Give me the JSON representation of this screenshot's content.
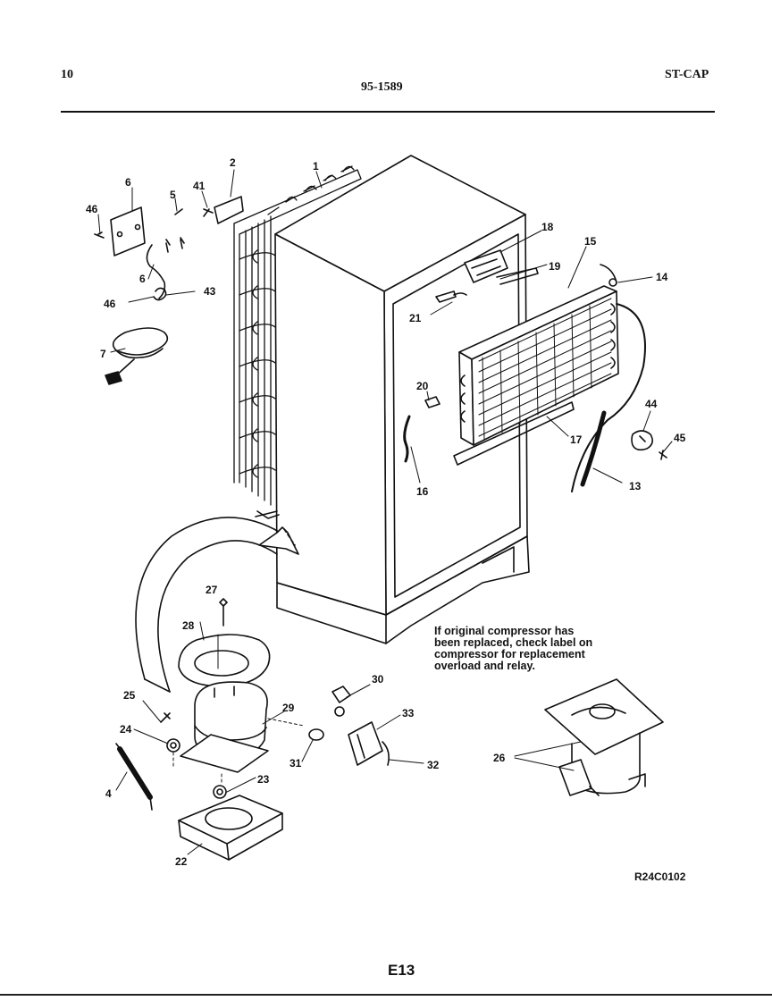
{
  "header": {
    "left": "10",
    "center": "95-1589",
    "right": "ST-CAP"
  },
  "labels": {
    "p1": "1",
    "p2": "2",
    "p4": "4",
    "p5": "5",
    "p6a": "6",
    "p6b": "6",
    "p7": "7",
    "p13": "13",
    "p14": "14",
    "p15": "15",
    "p16": "16",
    "p17": "17",
    "p18": "18",
    "p19": "19",
    "p20": "20",
    "p21": "21",
    "p22": "22",
    "p23": "23",
    "p24": "24",
    "p25": "25",
    "p26": "26",
    "p27": "27",
    "p28": "28",
    "p29": "29",
    "p30": "30",
    "p31": "31",
    "p32": "32",
    "p33": "33",
    "p41": "41",
    "p43": "43",
    "p44": "44",
    "p45": "45",
    "p46a": "46",
    "p46b": "46"
  },
  "note": {
    "line1": "If original compressor has",
    "line2": "been replaced, check label on",
    "line3": "compressor for replacement",
    "line4": "overload and relay."
  },
  "ref_code": "R24C0102",
  "page_number": "E13"
}
